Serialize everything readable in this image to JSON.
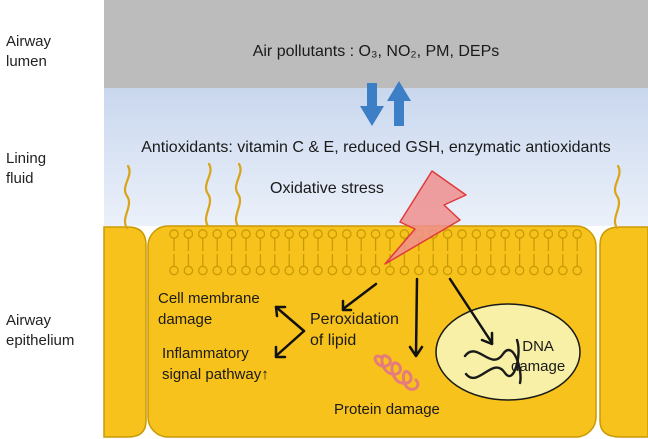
{
  "side_labels": {
    "lumen": [
      "Airway",
      "lumen"
    ],
    "lining": [
      "Lining",
      "fluid"
    ],
    "epithelium": [
      "Airway",
      "epithelium"
    ]
  },
  "lumen_text": "Air pollutants : O₃, NO₂, PM, DEPs",
  "antioxidants_text": "Antioxidants: vitamin C & E, reduced GSH, enzymatic antioxidants",
  "oxidative_stress": "Oxidative stress",
  "cell_membrane_damage": [
    "Cell membrane",
    "damage"
  ],
  "peroxidation": [
    "Peroxidation",
    "of lipid"
  ],
  "inflammatory": [
    "Inflammatory",
    "signal pathway↑"
  ],
  "dna_damage": [
    "DNA",
    "damage"
  ],
  "protein_damage": "Protein damage",
  "colors": {
    "lumen": "#bcbcbc",
    "lining_top": "#c9d7ee",
    "lining_bottom": "#eef3fb",
    "cell_fill": "#f7c21b",
    "cell_stroke": "#c99a06",
    "nucleus": "#f7f0a6",
    "arrows": "#3d7fc6",
    "lightning": "#f08f8f",
    "protein": "#e57b7b"
  }
}
